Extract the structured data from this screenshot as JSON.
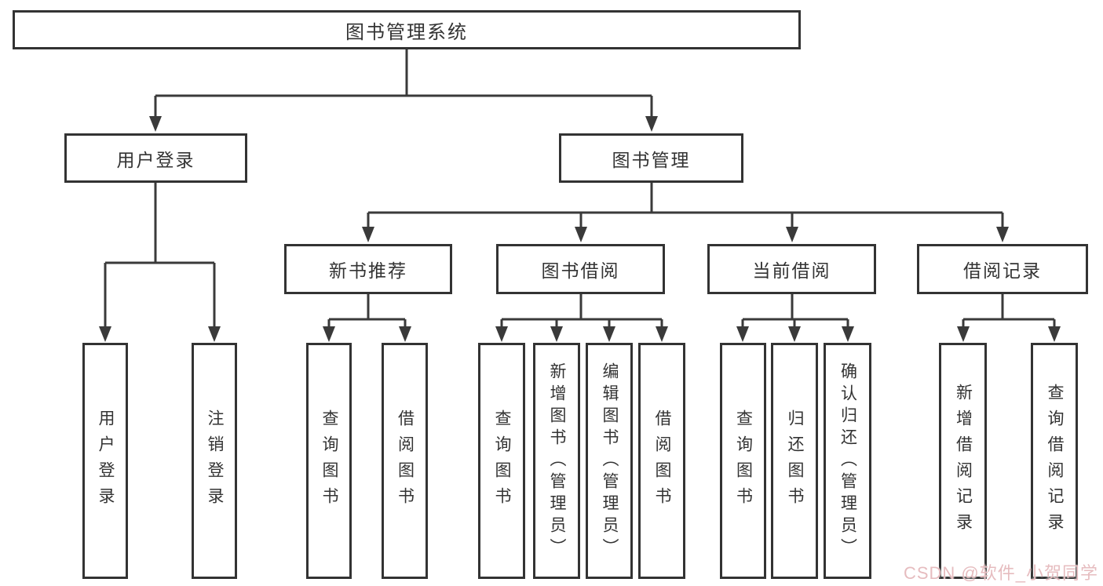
{
  "diagram": {
    "root": {
      "label": "图书管理系统"
    },
    "level2": [
      {
        "label": "用户登录"
      },
      {
        "label": "图书管理"
      }
    ],
    "level3": [
      {
        "label": "新书推荐"
      },
      {
        "label": "图书借阅"
      },
      {
        "label": "当前借阅"
      },
      {
        "label": "借阅记录"
      }
    ],
    "leaves": {
      "user_login": [
        {
          "label": "用户登录"
        },
        {
          "label": "注销登录"
        }
      ],
      "new_book": [
        {
          "label": "查询图书"
        },
        {
          "label": "借阅图书"
        }
      ],
      "book_borrow": [
        {
          "label": "查询图书"
        },
        {
          "label": "新增图书（管理员）"
        },
        {
          "label": "编辑图书（管理员）"
        },
        {
          "label": "借阅图书"
        }
      ],
      "current_borrow": [
        {
          "label": "查询图书"
        },
        {
          "label": "归还图书"
        },
        {
          "label": "确认归还（管理员）"
        }
      ],
      "borrow_record": [
        {
          "label": "新增借阅记录"
        },
        {
          "label": "查询借阅记录"
        }
      ]
    }
  },
  "watermark": {
    "text": "CSDN @软件_小贺同学"
  },
  "colors": {
    "line": "#3a3a3a",
    "border": "#333333",
    "text": "#333333",
    "watermark": "#e6bcbf",
    "background": "#ffffff"
  }
}
